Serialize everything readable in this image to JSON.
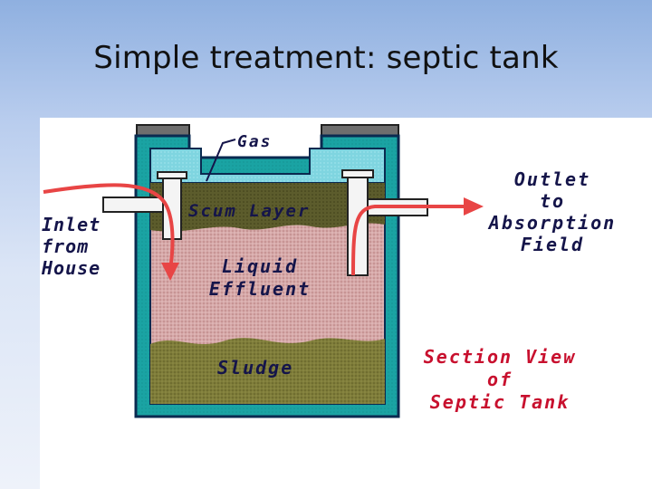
{
  "slide": {
    "title": "Simple treatment: septic tank"
  },
  "diagram": {
    "labels": {
      "gas": "Gas",
      "scum_layer": "Scum Layer",
      "liquid_effluent": [
        "Liquid",
        "Effluent"
      ],
      "sludge": "Sludge",
      "inlet": [
        "Inlet",
        "from",
        "House"
      ],
      "outlet": [
        "Outlet",
        "to",
        "Absorption",
        "Field"
      ],
      "section_view": [
        "Section View",
        "of",
        "Septic Tank"
      ]
    },
    "colors": {
      "tank_wall": "#1aa3a3",
      "tank_outline": "#0a2a50",
      "gas_zone": "#7fd8e3",
      "scum": "#5a5a2a",
      "effluent": "#d4a8a8",
      "sludge": "#7f7d3a",
      "flow_arrow": "#e84545",
      "lid": "#6e6e6e"
    }
  }
}
